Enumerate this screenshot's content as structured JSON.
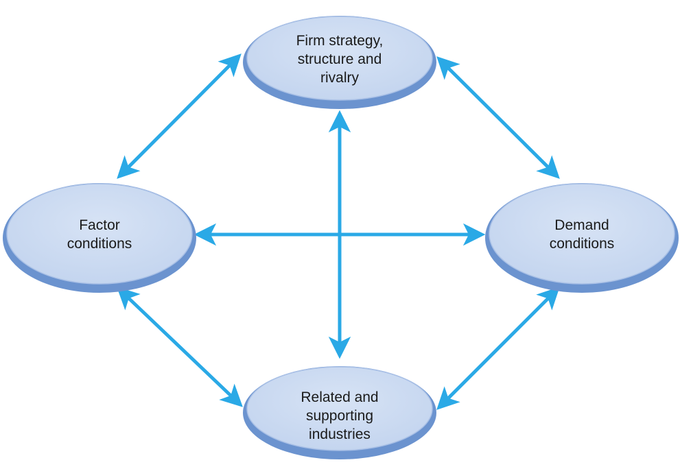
{
  "diagram": {
    "nodes": [
      {
        "id": "firm",
        "label": "Firm strategy,\nstructure and\nrivalry"
      },
      {
        "id": "factor",
        "label": "Factor\nconditions"
      },
      {
        "id": "demand",
        "label": "Demand\nconditions"
      },
      {
        "id": "related",
        "label": "Related and\nsupporting\nindustries"
      }
    ],
    "edges": [
      {
        "from": "firm",
        "to": "factor",
        "direction": "both"
      },
      {
        "from": "firm",
        "to": "demand",
        "direction": "both"
      },
      {
        "from": "factor",
        "to": "related",
        "direction": "both"
      },
      {
        "from": "demand",
        "to": "related",
        "direction": "both"
      },
      {
        "from": "factor",
        "to": "demand",
        "direction": "both"
      },
      {
        "from": "firm",
        "to": "related",
        "direction": "both"
      }
    ],
    "colors": {
      "arrow": "#2aa9e6",
      "ellipse_fill": "#c4d5ef",
      "ellipse_fill_light": "#d7e3f5",
      "ellipse_rim": "#6b93cf",
      "text": "#1a1a1a"
    }
  }
}
